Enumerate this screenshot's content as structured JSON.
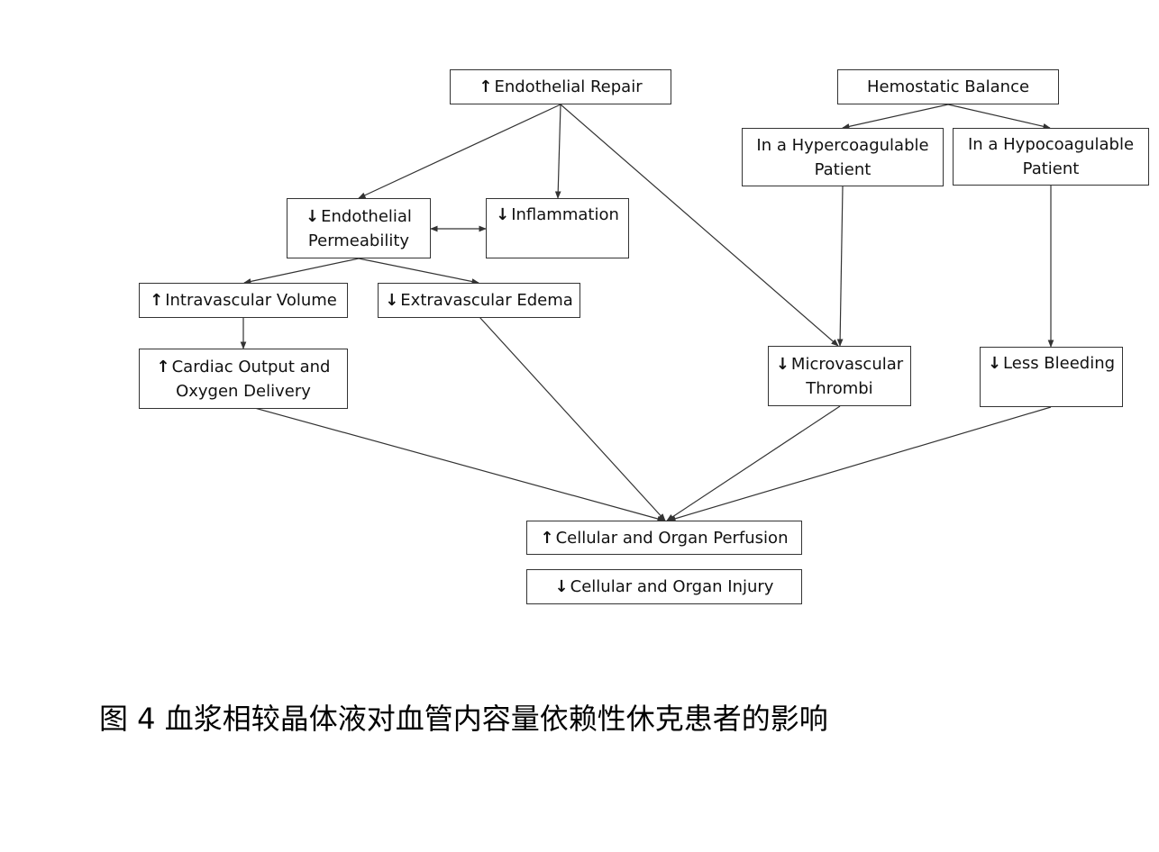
{
  "nodes": {
    "endothelial_repair": {
      "arrow": "↑",
      "text": "Endothelial Repair"
    },
    "hemostatic_balance": {
      "arrow": "",
      "text": "Hemostatic Balance"
    },
    "hypercoagulable": {
      "arrow": "",
      "line1": "In a Hypercoagulable",
      "line2": "Patient"
    },
    "hypocoagulable": {
      "arrow": "",
      "line1": "In a Hypocoagulable",
      "line2": "Patient"
    },
    "endothelial_permeability": {
      "arrow": "↓",
      "line1": "Endothelial",
      "line2": "Permeability"
    },
    "inflammation": {
      "arrow": "↓",
      "text": "Inflammation"
    },
    "intravascular_volume": {
      "arrow": "↑",
      "text": "Intravascular Volume"
    },
    "extravascular_edema": {
      "arrow": "↓",
      "text": "Extravascular Edema"
    },
    "cardiac_output": {
      "arrow": "↑",
      "line1": "Cardiac Output and",
      "line2": "Oxygen Delivery"
    },
    "microvascular_thrombi": {
      "arrow": "↓",
      "line1": "Microvascular",
      "line2": "Thrombi"
    },
    "less_bleeding": {
      "arrow": "↓",
      "text": "Less Bleeding"
    },
    "organ_perfusion": {
      "arrow": "↑",
      "text": "Cellular and Organ Perfusion"
    },
    "organ_injury": {
      "arrow": "↓",
      "text": "Cellular and Organ Injury"
    }
  },
  "caption": "图 4  血浆相较晶体液对血管内容量依赖性休克患者的影响",
  "colors": {
    "line": "#333333",
    "border": "#333333",
    "text": "#111111",
    "background": "#ffffff"
  }
}
